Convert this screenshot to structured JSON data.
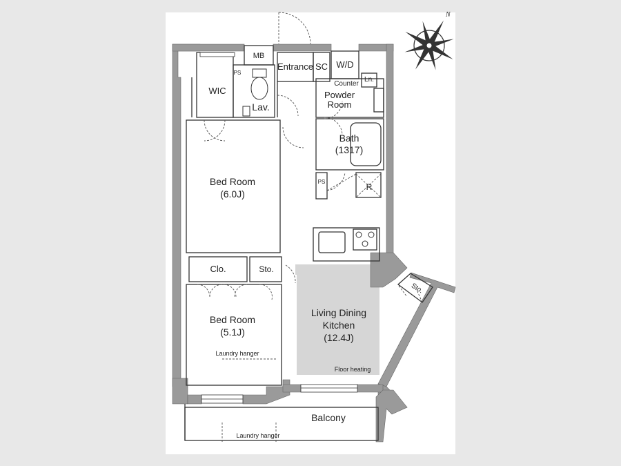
{
  "compass": {
    "north_label": "N"
  },
  "rooms": {
    "mb": "MB",
    "entrance": "Entrance",
    "sc": "SC",
    "wd": "W/D",
    "counter": "Counter",
    "ln": "Ln.",
    "powder_room_line1": "Powder",
    "powder_room_line2": "Room",
    "wic": "WIC",
    "ps_upper": "PS",
    "lav": "Lav.",
    "bath": "Bath",
    "bath_size": "(1317)",
    "ps_lower": "PS",
    "refrigerator": "R",
    "bedroom1": "Bed Room",
    "bedroom1_size": "(6.0J)",
    "clo": "Clo.",
    "sto_hall": "Sto.",
    "ldk_line1": "Living Dining",
    "ldk_line2": "Kitchen",
    "ldk_size": "(12.4J)",
    "floor_heating": "Floor heating",
    "sto_ldk": "Sto.",
    "bedroom2": "Bed Room",
    "bedroom2_size": "(5.1J)",
    "laundry_hanger_room": "Laundry hanger",
    "balcony": "Balcony",
    "laundry_hanger_balcony": "Laundry hanger"
  },
  "colors": {
    "wall": "#9a9a9a",
    "floor_heating": "#d6d6d6",
    "line": "#333333",
    "sheet": "#ffffff",
    "background": "#e8e8e8"
  }
}
